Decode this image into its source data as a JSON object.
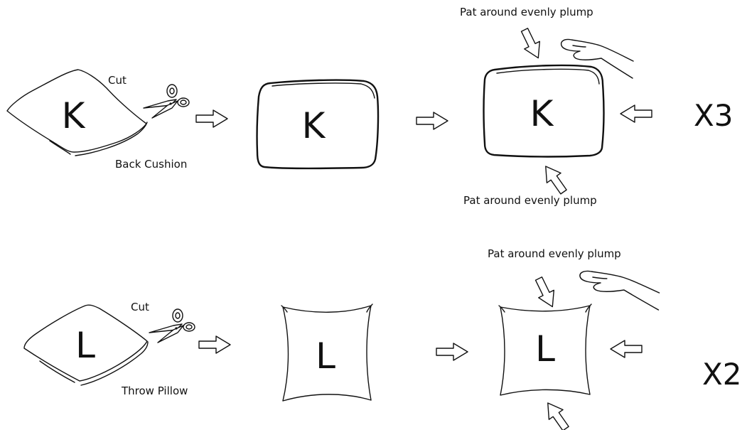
{
  "diagram": {
    "rows": [
      {
        "id": "back-cushion",
        "letter": "K",
        "cut_label": "Cut",
        "item_label": "Back Cushion",
        "pat_label_top": "Pat around evenly plump",
        "pat_label_bottom": "Pat around evenly plump",
        "multiplier": "X3"
      },
      {
        "id": "throw-pillow",
        "letter": "L",
        "cut_label": "Cut",
        "item_label": "Throw Pillow",
        "pat_label_top": "Pat around evenly plump",
        "multiplier": "X2"
      }
    ]
  }
}
